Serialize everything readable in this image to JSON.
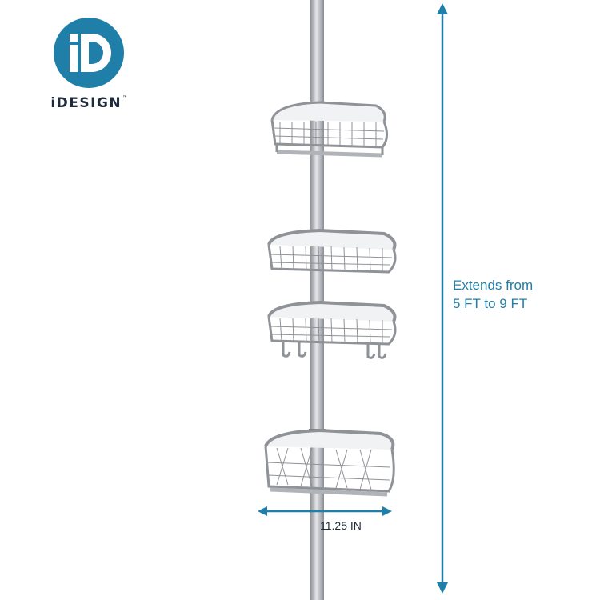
{
  "brand": {
    "name": "iDESIGN",
    "trademark": "™",
    "logo_letters": "iD",
    "logo_color": "#1f7fa8"
  },
  "product": {
    "dimension_color": "#1f7fa8",
    "height_text_line1": "Extends from",
    "height_text_line2": "5 FT to 9 FT",
    "width_text": "11.25 IN",
    "basket_count": 4
  },
  "icons": {
    "height_arrow": "vertical-double-arrow-icon",
    "width_arrow": "horizontal-double-arrow-icon"
  }
}
